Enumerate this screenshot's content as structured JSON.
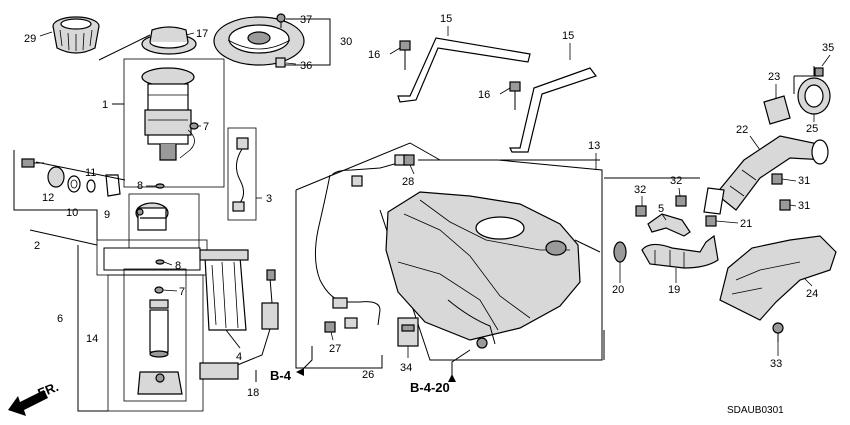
{
  "callouts": {
    "c1": "1",
    "c2": "2",
    "c3": "3",
    "c4": "4",
    "c5": "5",
    "c6": "6",
    "c7a": "7",
    "c7b": "7",
    "c8a": "8",
    "c8b": "8",
    "c9": "9",
    "c10": "10",
    "c11": "11",
    "c12": "12",
    "c13": "13",
    "c14": "14",
    "c15a": "15",
    "c15b": "15",
    "c16a": "16",
    "c16b": "16",
    "c17": "17",
    "c18": "18",
    "c19": "19",
    "c20": "20",
    "c21": "21",
    "c22": "22",
    "c23": "23",
    "c24": "24",
    "c25": "25",
    "c26": "26",
    "c27": "27",
    "c28": "28",
    "c29": "29",
    "c30": "30",
    "c31a": "31",
    "c31b": "31",
    "c32a": "32",
    "c32b": "32",
    "c33": "33",
    "c34": "34",
    "c35": "35",
    "c36": "36",
    "c37": "37"
  },
  "references": {
    "ref_b4": "B-4",
    "ref_b420": "B-4-20"
  },
  "direction": {
    "front": "FR."
  },
  "diagram_code": "SDAUB0301"
}
